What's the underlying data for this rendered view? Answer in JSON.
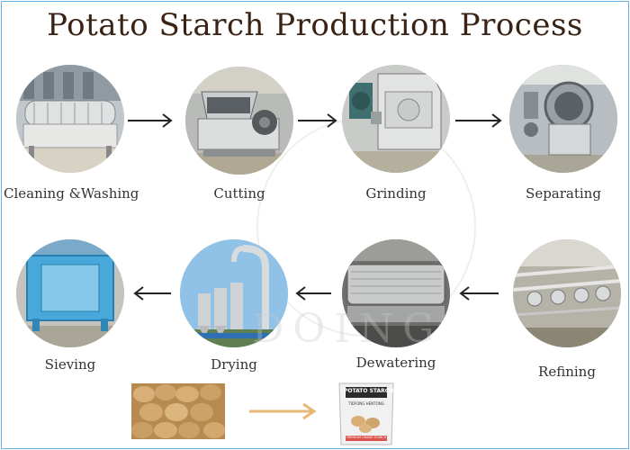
{
  "title": "Potato Starch Production Process",
  "steps": [
    {
      "label": "Cleaning &Washing",
      "icon": "washing-machine-icon"
    },
    {
      "label": "Cutting",
      "icon": "cutter-machine-icon"
    },
    {
      "label": "Grinding",
      "icon": "grinder-machine-icon"
    },
    {
      "label": "Separating",
      "icon": "centrifuge-machine-icon"
    },
    {
      "label": "Refining",
      "icon": "hydrocyclone-machine-icon"
    },
    {
      "label": "Dewatering",
      "icon": "vacuum-filter-machine-icon"
    },
    {
      "label": "Drying",
      "icon": "flash-dryer-machine-icon"
    },
    {
      "label": "Sieving",
      "icon": "sieve-machine-icon"
    }
  ],
  "product": {
    "bag_title": "POTATO STARCH",
    "bag_subtitle": "TIDFONG HENTONG",
    "bag_footer": "PREMIUM GRADE STARCH",
    "raw_icon": "potatoes-icon",
    "bag_icon": "starch-bag-icon"
  },
  "watermark": "DOING",
  "colors": {
    "title": "#3a2315",
    "arrow": "#222222",
    "product_arrow": "#e8b877",
    "frame": "#6ab0e0"
  }
}
